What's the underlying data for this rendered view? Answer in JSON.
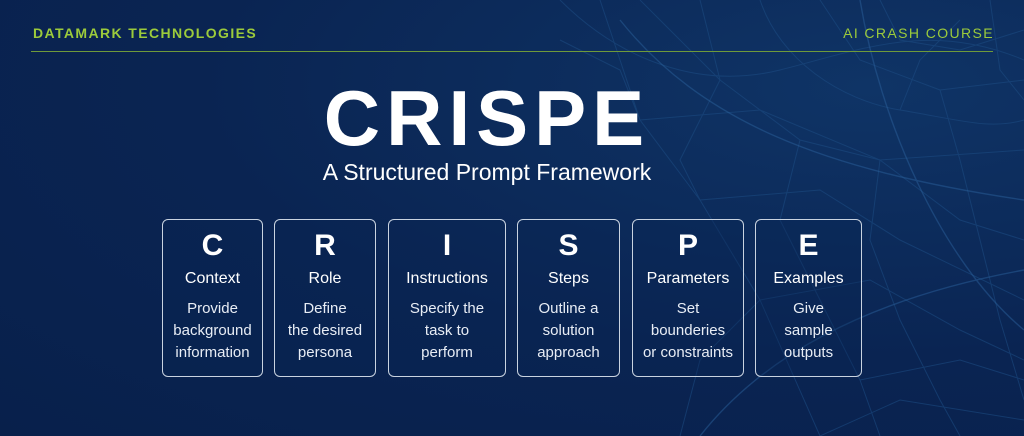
{
  "header": {
    "brand": "DATAMARK TECHNOLOGIES",
    "course": "AI CRASH COURSE"
  },
  "hero": {
    "title": "CRISPE",
    "subtitle": "A Structured Prompt Framework"
  },
  "cards": [
    {
      "letter": "C",
      "name": "Context",
      "lines": [
        "Provide",
        "background",
        "information"
      ]
    },
    {
      "letter": "R",
      "name": "Role",
      "lines": [
        "Define",
        "the desired",
        "persona"
      ]
    },
    {
      "letter": "I",
      "name": "Instructions",
      "lines": [
        "Specify the",
        "task to",
        "perform"
      ]
    },
    {
      "letter": "S",
      "name": "Steps",
      "lines": [
        "Outline a",
        "solution",
        "approach"
      ]
    },
    {
      "letter": "P",
      "name": "Parameters",
      "lines": [
        "Set",
        "bounderies",
        "or constraints"
      ]
    },
    {
      "letter": "E",
      "name": "Examples",
      "lines": [
        "Give",
        "sample",
        "outputs"
      ]
    }
  ],
  "colors": {
    "background": "#0a2452",
    "accent": "#9ccb3b",
    "card_border": "#c9d3e0",
    "text": "#ffffff"
  }
}
